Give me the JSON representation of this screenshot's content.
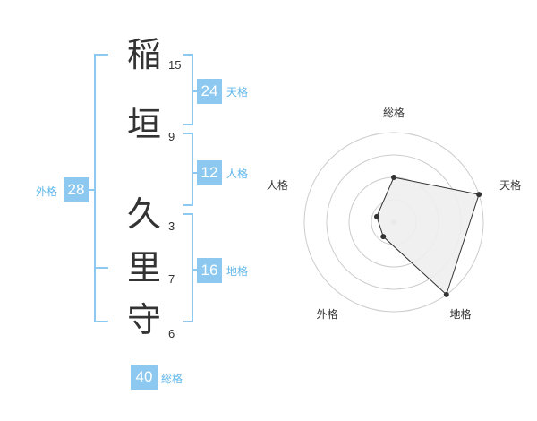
{
  "name": {
    "chars": [
      {
        "char": "稲",
        "strokes": "15"
      },
      {
        "char": "垣",
        "strokes": "9"
      },
      {
        "char": "久",
        "strokes": "3"
      },
      {
        "char": "里",
        "strokes": "7"
      },
      {
        "char": "守",
        "strokes": "6"
      }
    ]
  },
  "kakusu": {
    "tenkaku": {
      "value": "24",
      "label": "天格"
    },
    "jinkaku": {
      "value": "12",
      "label": "人格"
    },
    "chikaku": {
      "value": "16",
      "label": "地格"
    },
    "gaikaku": {
      "value": "28",
      "label": "外格"
    },
    "soukaku": {
      "value": "40",
      "label": "総格"
    }
  },
  "chart_data": {
    "type": "radar",
    "axes": [
      "総格",
      "天格",
      "地格",
      "外格",
      "人格"
    ],
    "values": [
      0.5,
      1.0,
      1.0,
      0.2,
      0.2
    ],
    "rings": 4,
    "colors": {
      "fill": "#eeeeee",
      "stroke": "#333333",
      "ring": "#cccccc",
      "center": "#bbbbbb"
    }
  }
}
